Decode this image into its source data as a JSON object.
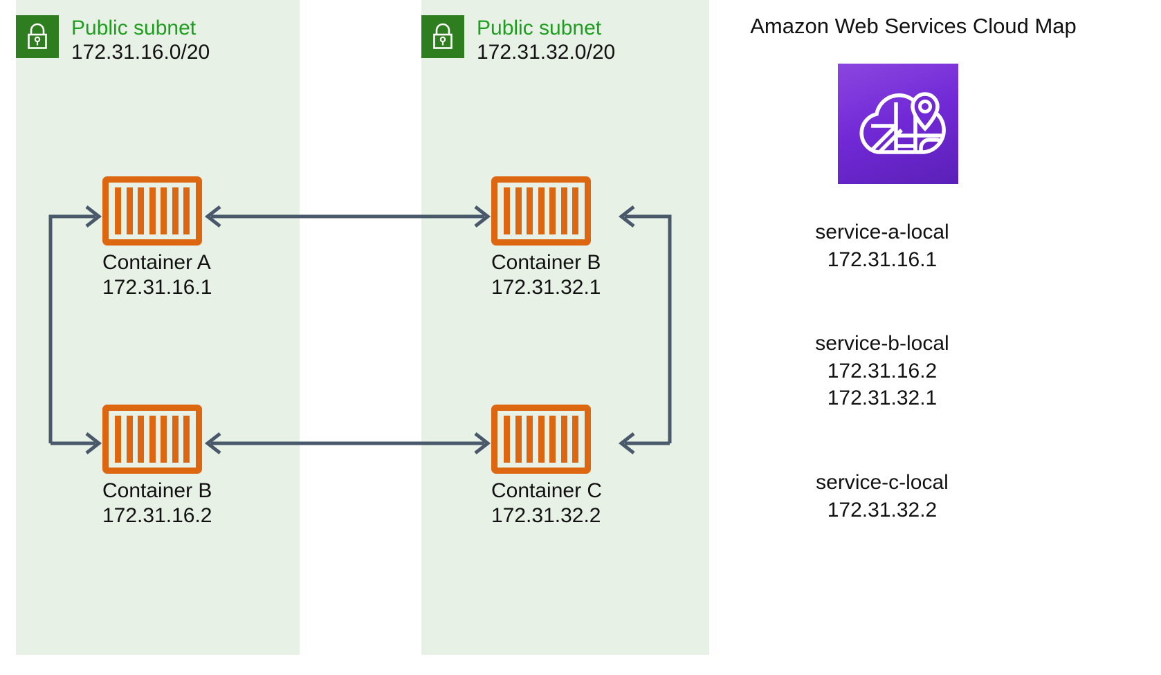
{
  "diagram": {
    "subnets": [
      {
        "id": "subnet-left",
        "icon": "lock-icon",
        "title": "Public subnet",
        "cidr": "172.31.16.0/20",
        "nodes": [
          {
            "id": "container-a",
            "icon": "container-icon",
            "label": "Container A",
            "ip": "172.31.16.1"
          },
          {
            "id": "container-b-left",
            "icon": "container-icon",
            "label": "Container B",
            "ip": "172.31.16.2"
          }
        ]
      },
      {
        "id": "subnet-right",
        "icon": "lock-icon",
        "title": "Public subnet",
        "cidr": "172.31.32.0/20",
        "nodes": [
          {
            "id": "container-b-right",
            "icon": "container-icon",
            "label": "Container B",
            "ip": "172.31.32.1"
          },
          {
            "id": "container-c",
            "icon": "container-icon",
            "label": "Container C",
            "ip": "172.31.32.2"
          }
        ]
      }
    ],
    "connections": [
      {
        "from": "container-a",
        "to": "container-b-right",
        "style": "bidirectional"
      },
      {
        "from": "container-b-left",
        "to": "container-c",
        "style": "bidirectional"
      },
      {
        "from": "container-b-left",
        "to": "container-a",
        "style": "elbow-left"
      },
      {
        "from": "container-b-right",
        "to": "container-c",
        "style": "elbow-right"
      }
    ]
  },
  "cloudmap": {
    "title": "Amazon Web Services Cloud Map",
    "icon": "aws-cloud-map-icon",
    "services": [
      {
        "name": "service-a-local",
        "ips": "172.31.16.1"
      },
      {
        "name": "service-b-local",
        "ips": "172.31.16.2\n172.31.32.1"
      },
      {
        "name": "service-c-local",
        "ips": "172.31.32.2"
      }
    ]
  },
  "colors": {
    "subnet_background": "#E8F1E6",
    "subnet_title_green": "#1E9E1E",
    "lock_badge_green": "#2E7D1E",
    "container_orange": "#DD6611",
    "connector_slate": "#49596B",
    "cloudmap_purple": "#7129D6",
    "text_black": "#111111"
  }
}
